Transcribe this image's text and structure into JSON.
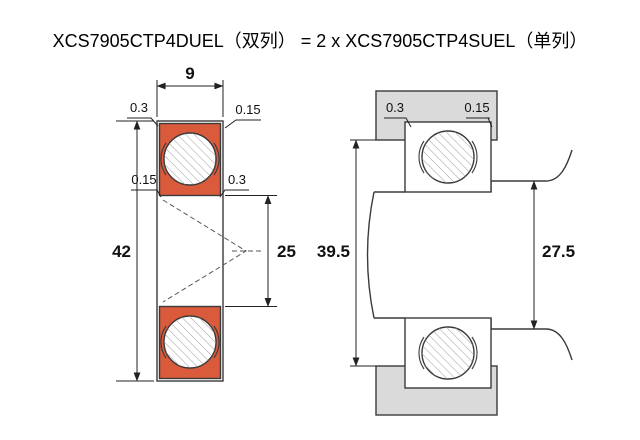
{
  "title": "XCS7905CTP4DUEL（双列） = 2 x XCS7905CTP4SUEL（单列）",
  "colors": {
    "ring": "#d95b3b",
    "housing": "#dadada",
    "outline": "#3a3a3a"
  },
  "section_view": {
    "dim_width": "9",
    "dim_outer_diameter": "42",
    "dim_bore": "25",
    "chamfer_outer_left": "0.3",
    "chamfer_outer_right": "0.15",
    "chamfer_inner_left": "0.15",
    "chamfer_inner_right": "0.3"
  },
  "mounted_view": {
    "fillet_left": "0.3",
    "fillet_right": "0.15",
    "dim_housing_shoulder": "39.5",
    "dim_shaft_shoulder": "27.5"
  }
}
